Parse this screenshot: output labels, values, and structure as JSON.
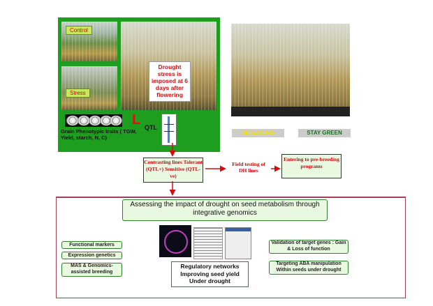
{
  "left_panel": {
    "control_label": "Control",
    "stress_label": "Stress",
    "drought_note": "Drought stress is imposed at 6 days after flowering",
    "grain_traits": "Grain Phenotypic traits ( TGW, Yield, starch, N, C)",
    "qtl_label": "QTL",
    "logo_letter": "L"
  },
  "right_photo": {
    "senescing_label": "SENESCING",
    "stay_green_label": "STAY GREEN"
  },
  "flow": {
    "contrasting": "Contrasting lines Tolerant (QTL+) Sensitive (QTL-ve)",
    "field_testing": "Field testing of DH lines",
    "pre_breeding": "Entering to pre-breeding programs"
  },
  "genomics": {
    "title": "Assessing the impact of drought on seed metabolism through integrative genomics",
    "left_items": [
      "Functional markers",
      "Expression genetics",
      "MAS & Genomics-assisted breeding"
    ],
    "right_items": [
      "Validation of target genes : Gain & Loss of function",
      "Targeting ABA manipulation Within seeds under drought"
    ],
    "center_text": "Regulatory networks Improving seed yield Under drought"
  },
  "colors": {
    "panel_green": "#1e9e1e",
    "arrow_red": "#d01010",
    "box_fill": "#e9f8e0"
  }
}
